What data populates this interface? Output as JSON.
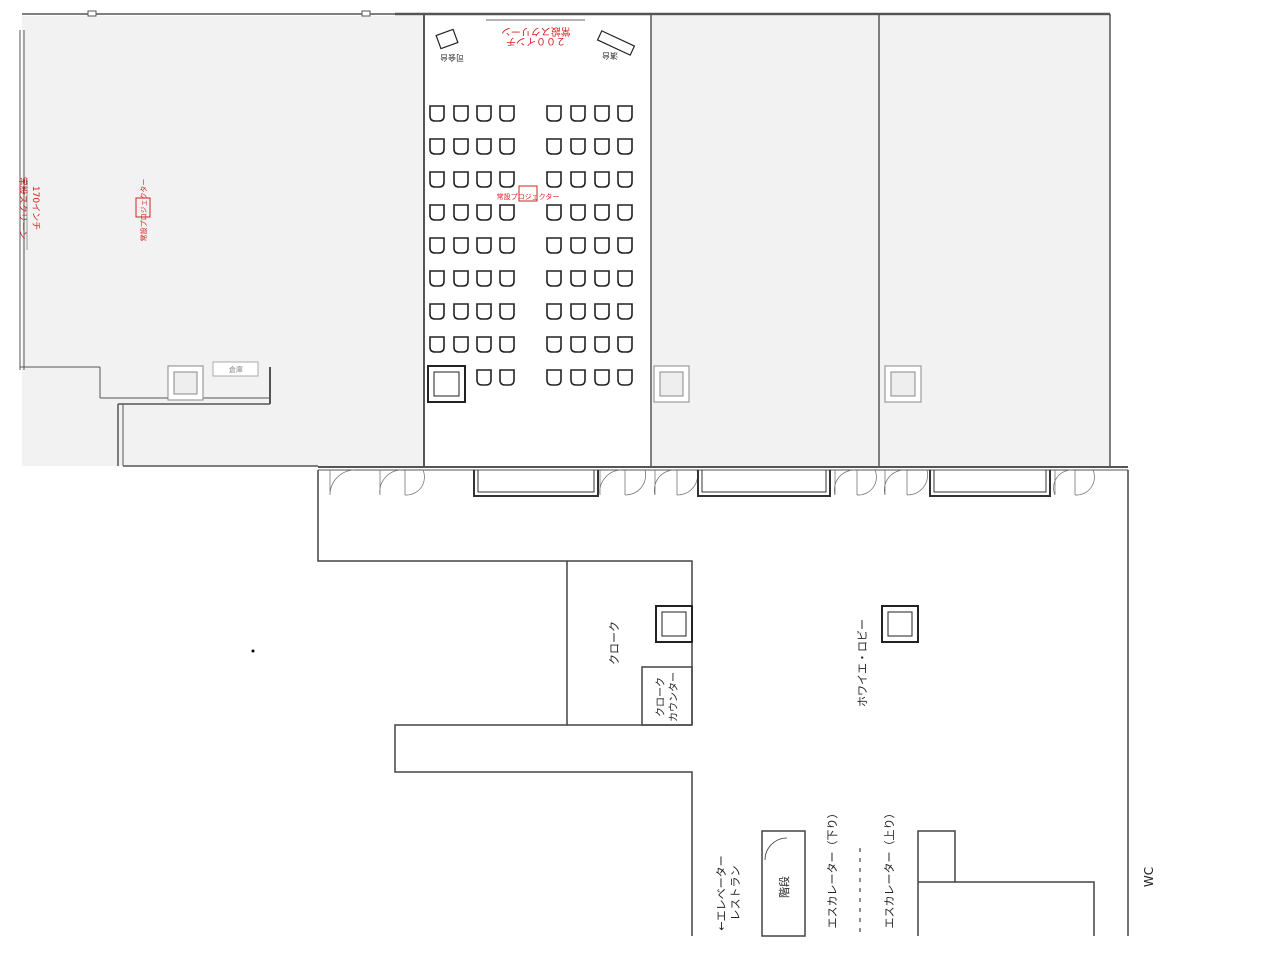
{
  "rooms": {
    "left_room": {
      "screen_label_1": "常設スクリーン",
      "screen_label_2": "170インチ",
      "projector_label": "常設プロジェクター",
      "small_label": "倉庫"
    },
    "center_room": {
      "screen_label_1": "常設スクリーン",
      "screen_label_2": "２００インチ",
      "podium_label": "司会台",
      "stage_label": "演台",
      "projector_label": "常設プロジェクター"
    }
  },
  "foyer": {
    "cloak_label": "クローク",
    "cloak_counter_label_1": "クローク",
    "cloak_counter_label_2": "カウンター",
    "lobby_label": "ホワイエ・ロビー",
    "elevator_label_1": "←エレベーター",
    "elevator_label_2": "レストラン",
    "stairs_label": "階段",
    "escalator_down_label": "エスカレーター（下り）",
    "escalator_up_label": "エスカレーター（上り）",
    "wc_label": "WC"
  },
  "colors": {
    "wall": "#555555",
    "room_fill": "#f2f2f2",
    "annotation": "#d62020"
  }
}
